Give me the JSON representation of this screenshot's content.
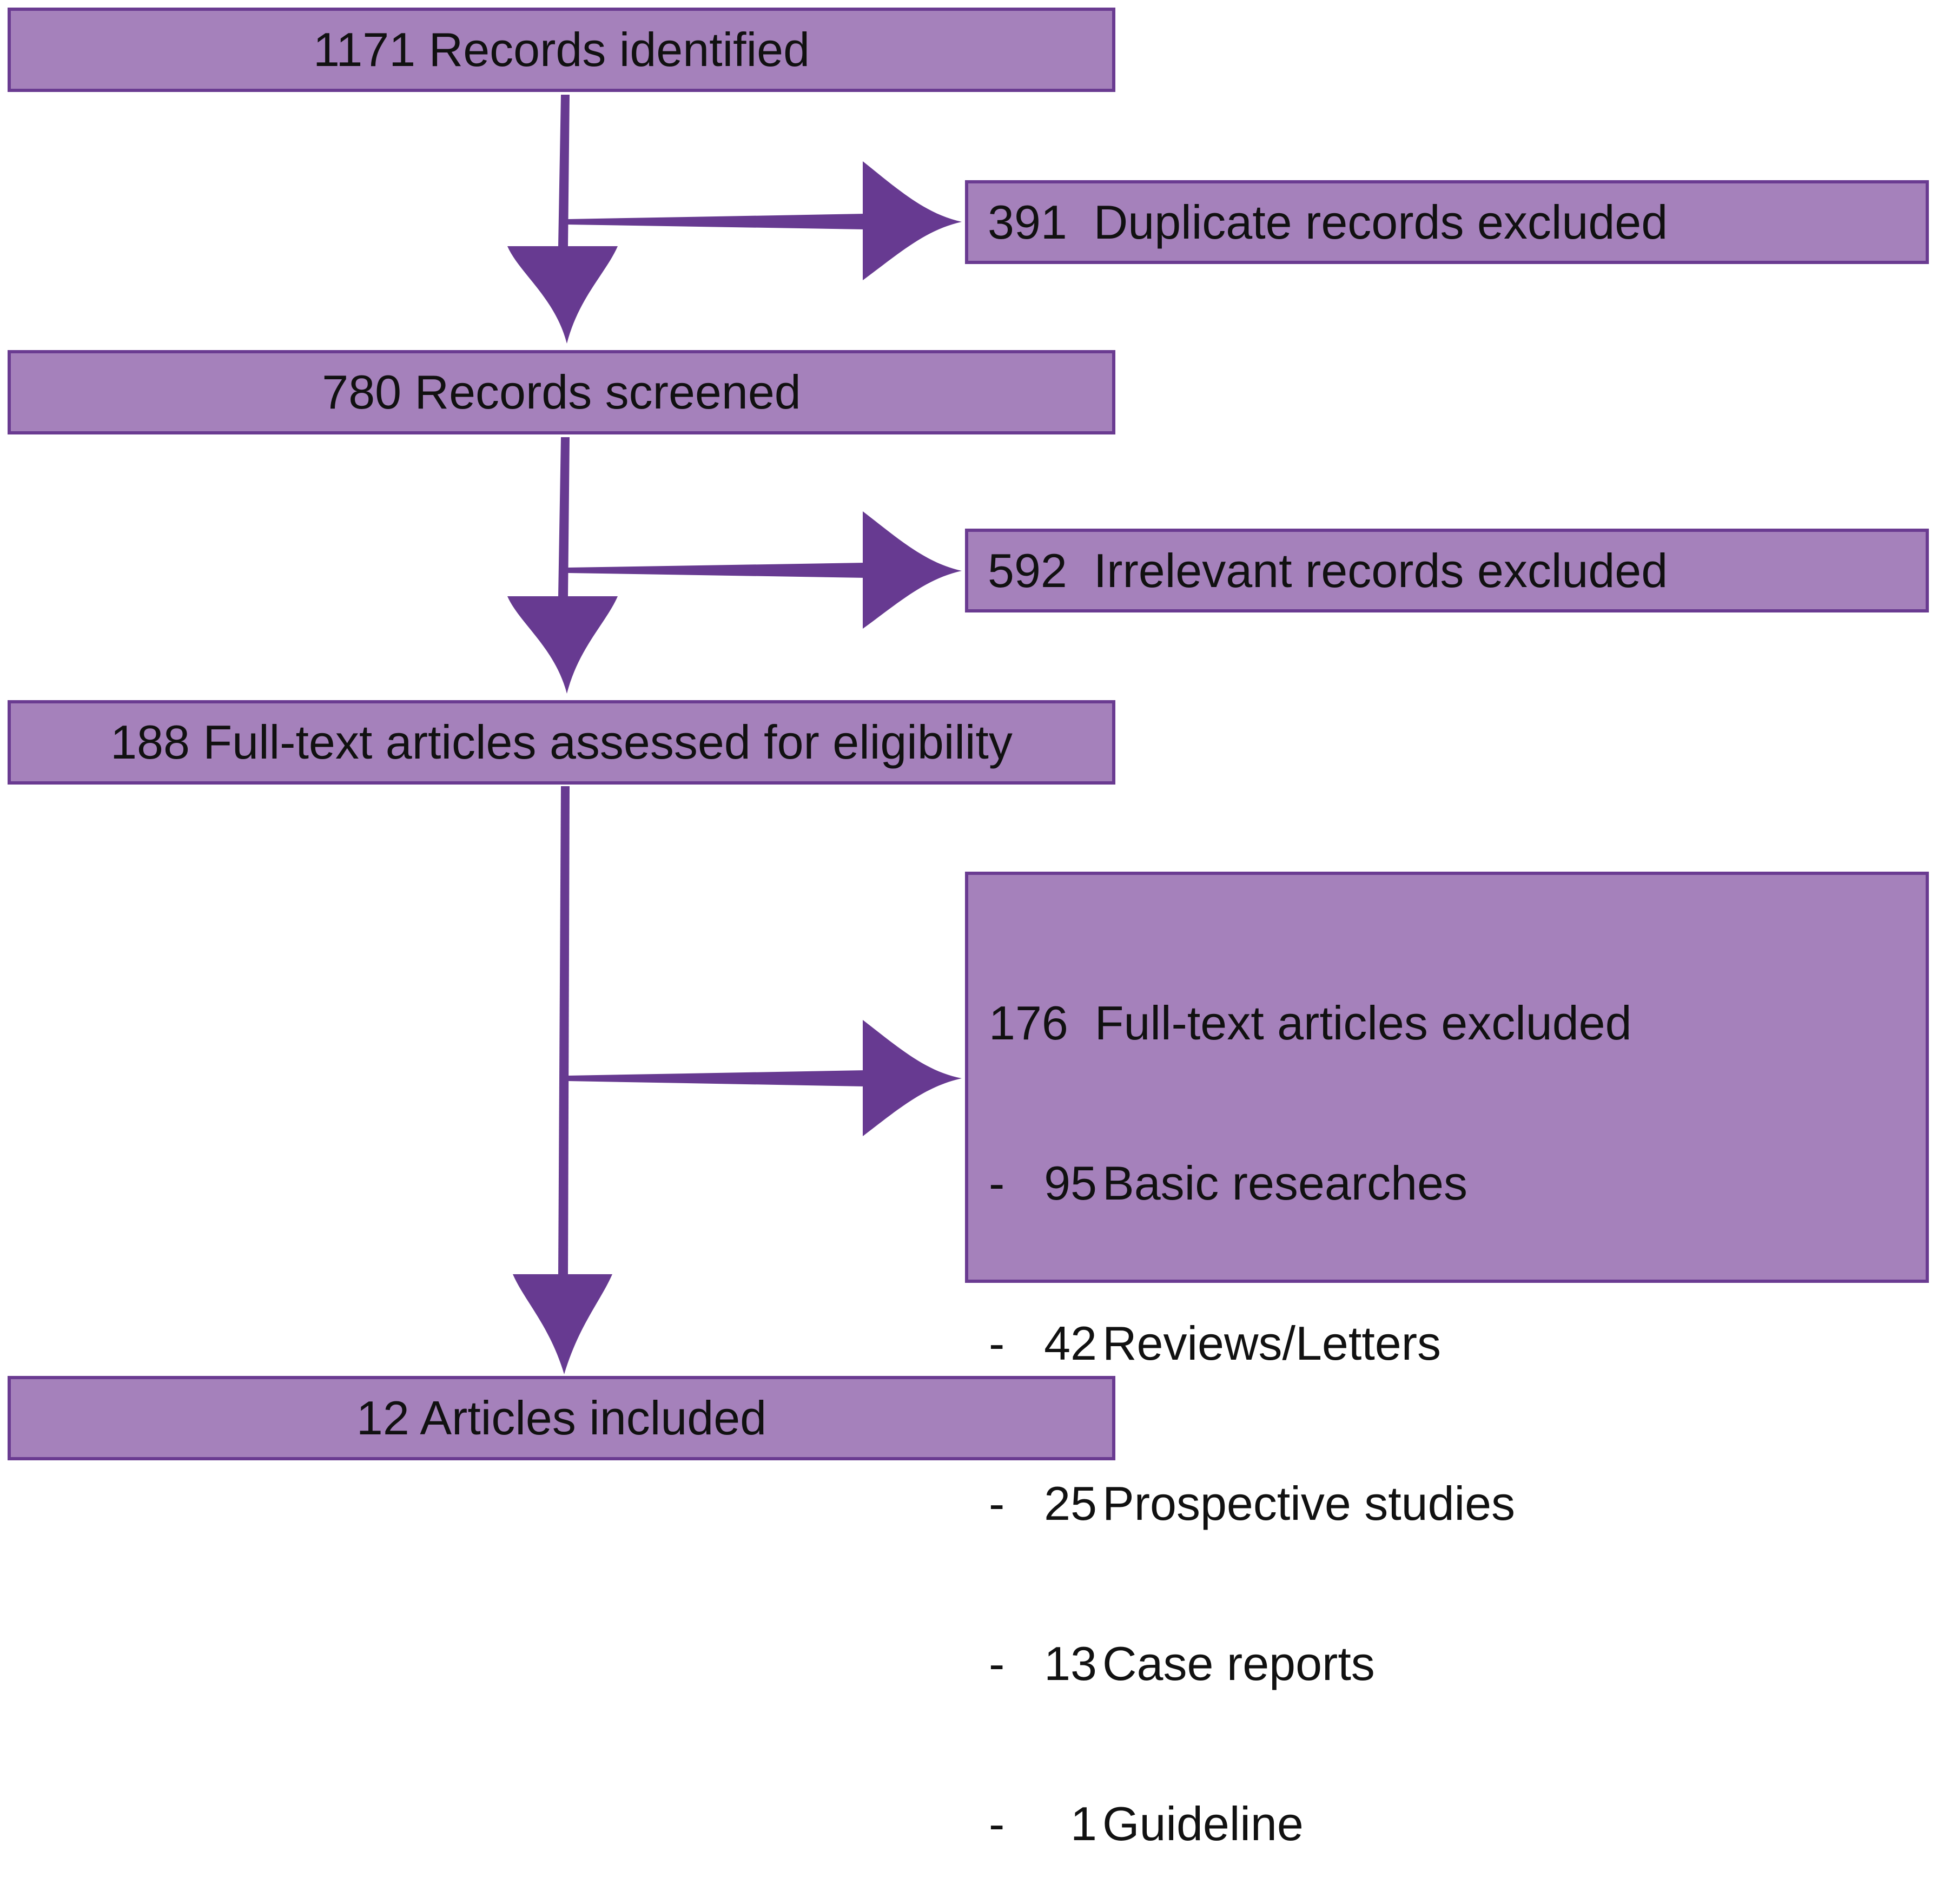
{
  "flow": {
    "identified": "1171 Records identified",
    "screened": "780 Records screened",
    "assessed": "188 Full-text articles assessed for eligibility",
    "included": "12 Articles included"
  },
  "exclusions": {
    "duplicates": "391  Duplicate records excluded",
    "irrelevant": "592  Irrelevant records excluded",
    "fulltext": {
      "heading": "176  Full-text articles excluded",
      "items": [
        {
          "dash": "-",
          "count": "95",
          "label": "Basic researches"
        },
        {
          "dash": "-",
          "count": "42",
          "label": "Reviews/Letters"
        },
        {
          "dash": "-",
          "count": "25",
          "label": "Prospective studies"
        },
        {
          "dash": "-",
          "count": "13",
          "label": "Case reports"
        },
        {
          "dash": "-",
          "count": "1",
          "label": "Guideline"
        }
      ]
    }
  },
  "colors": {
    "box_fill": "#a581bb",
    "box_border": "#6a3b91",
    "arrow": "#673a91"
  }
}
